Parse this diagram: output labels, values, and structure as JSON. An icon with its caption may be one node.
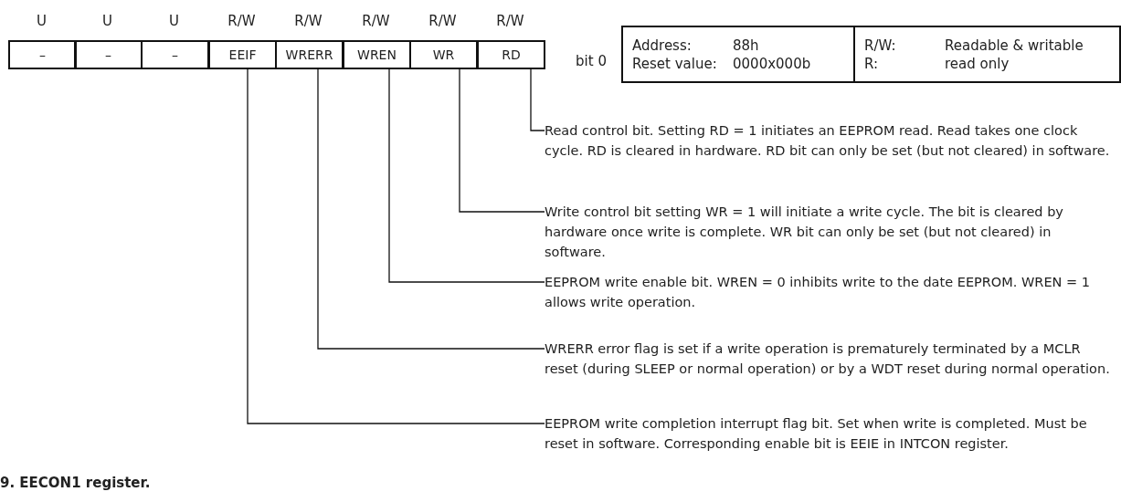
{
  "diagram": {
    "caption": "9. EECON1 register.",
    "nodes": [
      {
        "text": [
          "–"
        ]
      },
      {
        "text": [
          "–"
        ]
      },
      {
        "text": [
          "–"
        ]
      },
      {
        "text": [
          "EEIF"
        ]
      },
      {
        "text": [
          "WRERR"
        ]
      },
      {
        "text": [
          "WREN"
        ]
      },
      {
        "text": [
          "WR"
        ]
      },
      {
        "text": [
          "RD"
        ]
      },
      {
        "text": [
          "Address:",
          "88h",
          "Reset value:",
          "0000x000b"
        ]
      },
      {
        "text": [
          "R/W:",
          "Readable & writable",
          "R:",
          "read only"
        ]
      },
      {
        "text": [
          "Read control bit. Setting RD = 1 initiates an EEPROM read. Read takes one clock cycle. RD is cleared in hardware. RD bit can only be set (but not cleared) in software."
        ]
      },
      {
        "text": [
          "Write control bit setting WR = 1 will initiate a write cycle. The bit is cleared by hardware once write is complete. WR bit can only be set (but not cleared) in software."
        ]
      },
      {
        "text": [
          "EEPROM write enable bit. WREN = 0 inhibits write to the date EEPROM. WREN = 1 allows write operation."
        ]
      },
      {
        "text": [
          "WRERR error flag is set if a write operation is prematurely terminated by a MCLR reset (during SLEEP or normal operation) or by a WDT reset during normal operation."
        ]
      },
      {
        "text": [
          "EEPROM write completion interrupt flag bit. Set when write is completed. Must be reset in software. Corresponding enable bit is EEIE in INTCON register."
        ]
      }
    ],
    "edges": [
      {
        "from": 7,
        "to": 10,
        "arrow": "none"
      },
      {
        "from": 6,
        "to": 11,
        "arrow": "none"
      },
      {
        "from": 5,
        "to": 12,
        "arrow": "none"
      },
      {
        "from": 4,
        "to": 13,
        "arrow": "none"
      },
      {
        "from": 3,
        "to": 14,
        "arrow": "none"
      }
    ],
    "labels": [
      "U",
      "U",
      "U",
      "R/W",
      "R/W",
      "R/W",
      "R/W",
      "R/W",
      "bit 0"
    ]
  }
}
